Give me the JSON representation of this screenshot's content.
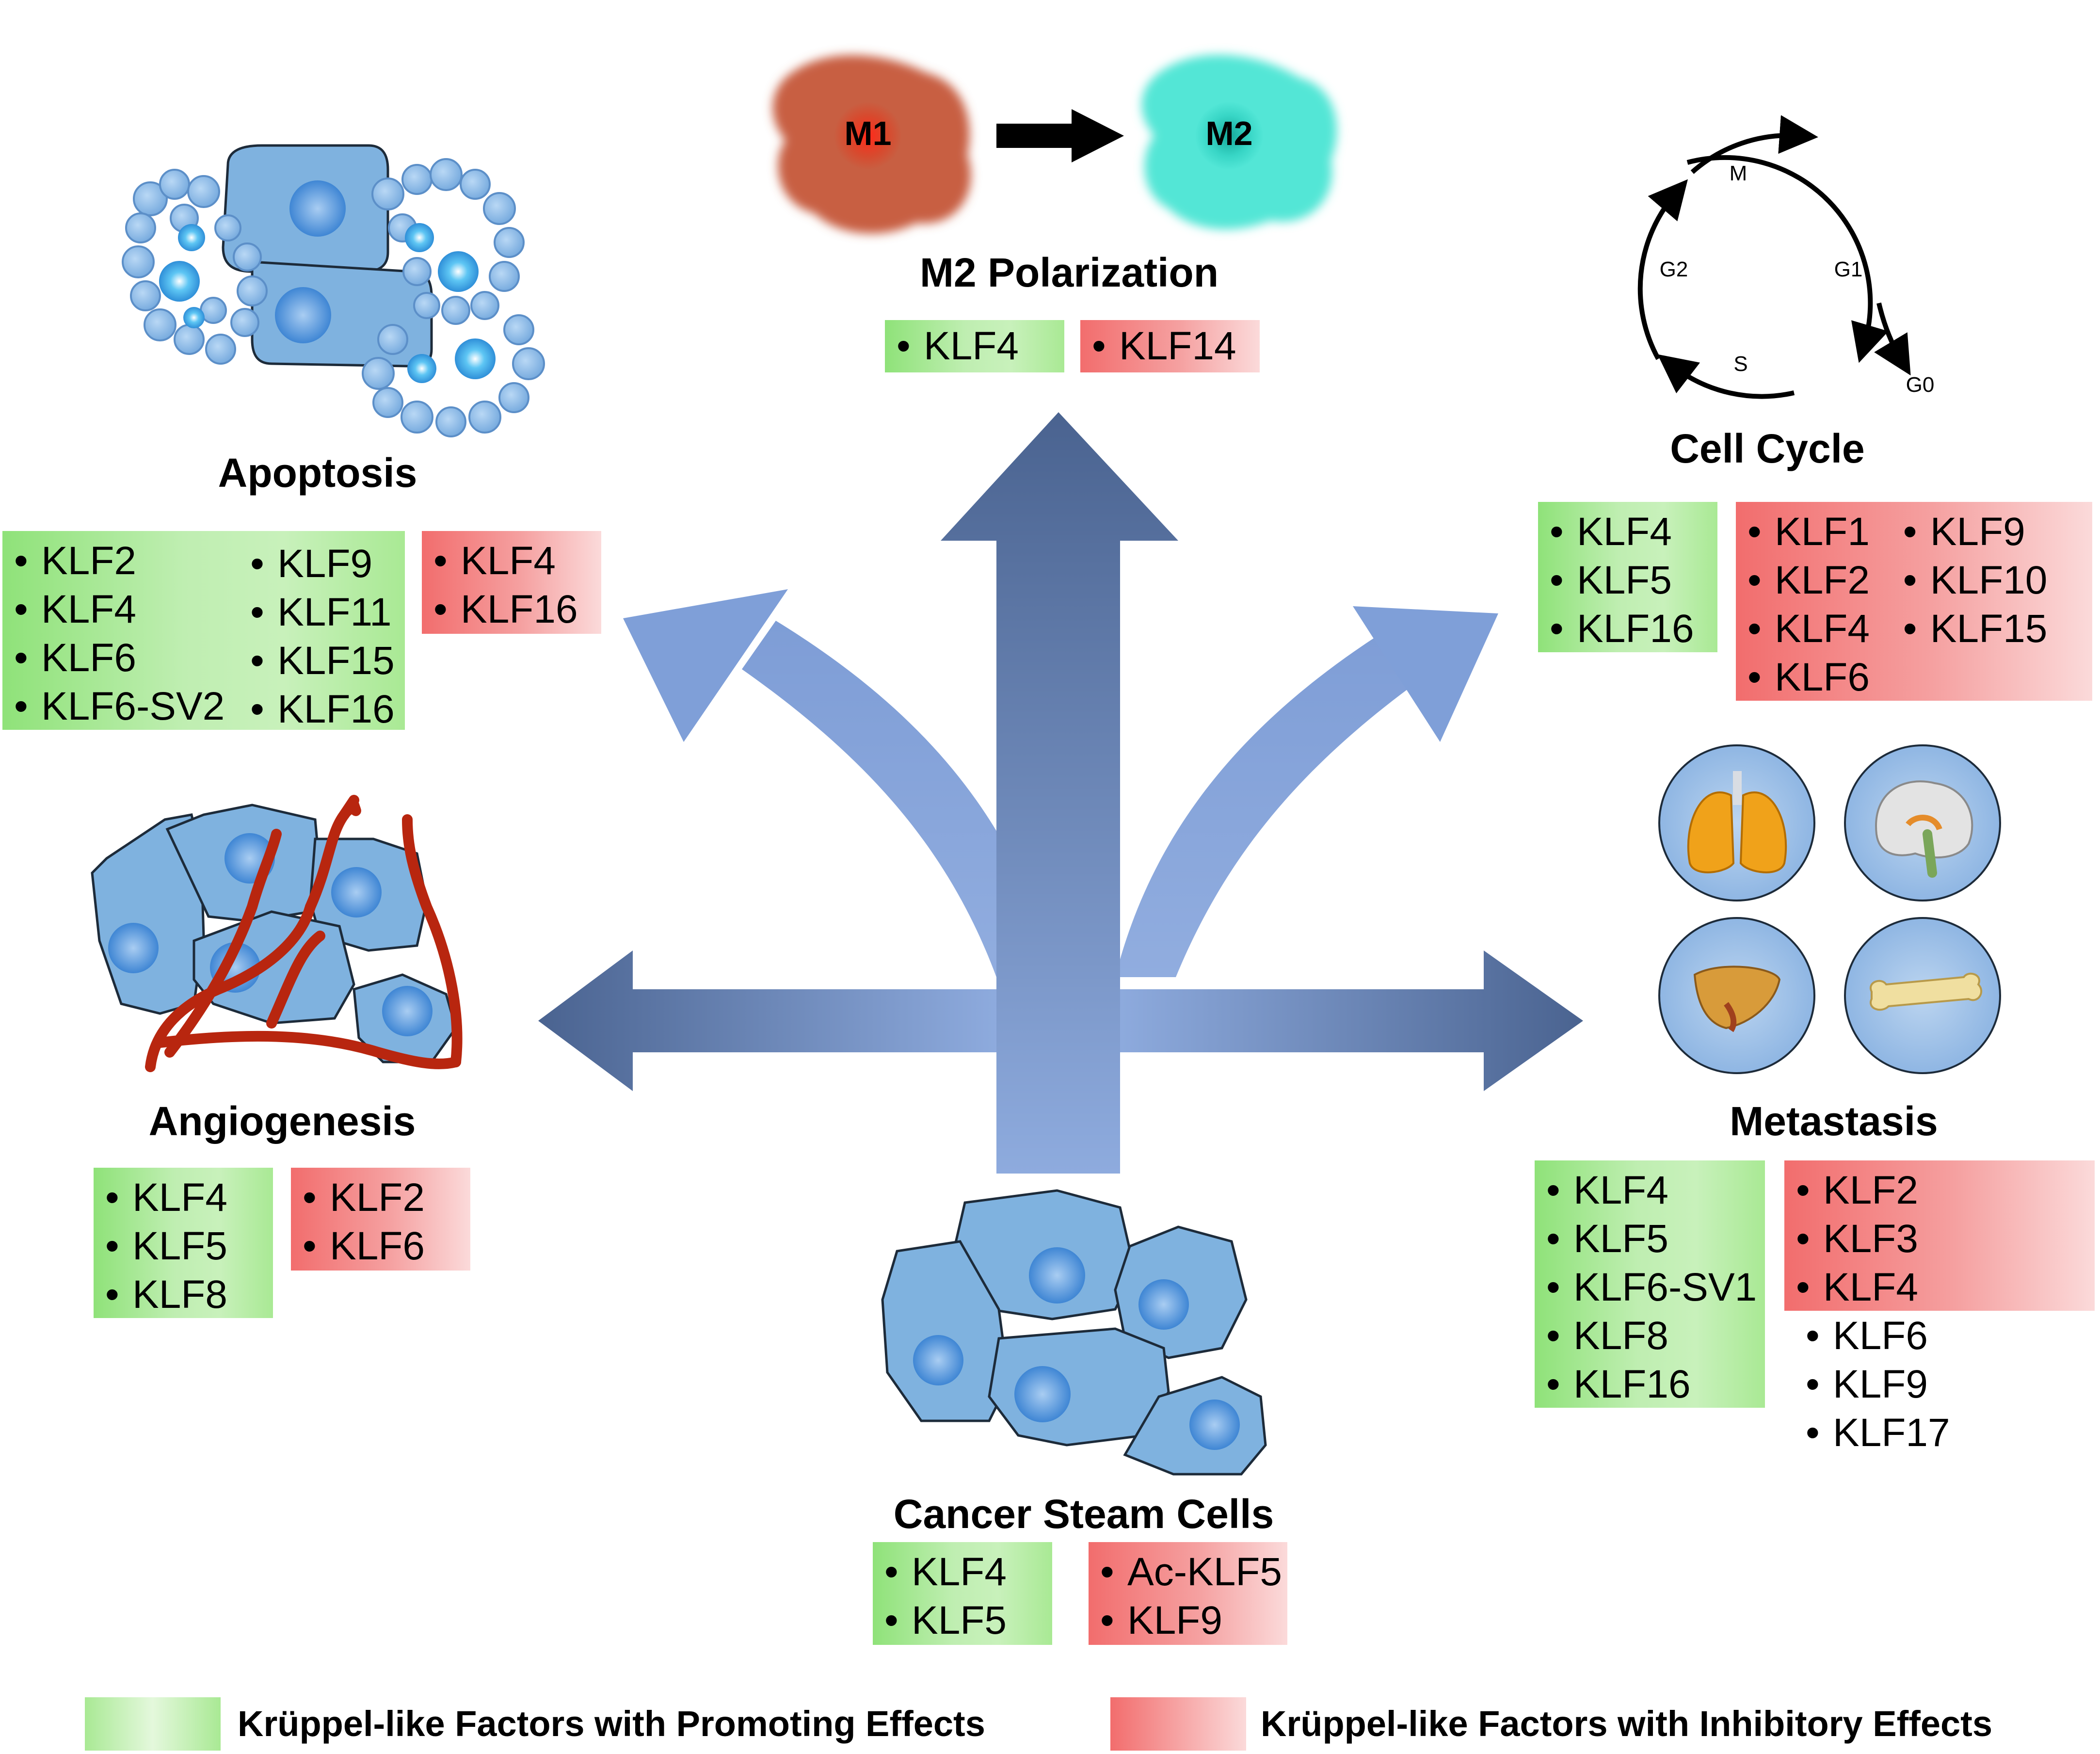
{
  "m2": {
    "title": "M2 Polarization",
    "m1_label": "M1",
    "m2_label": "M2",
    "promoting": [
      "KLF4"
    ],
    "inhibitory": [
      "KLF14"
    ]
  },
  "apoptosis": {
    "title": "Apoptosis",
    "promoting_col1": [
      "KLF2",
      "KLF4",
      "KLF6",
      "KLF6-SV2"
    ],
    "promoting_col2": [
      "KLF9",
      "KLF11",
      "KLF15",
      "KLF16"
    ],
    "inhibitory": [
      "KLF4",
      "KLF16"
    ]
  },
  "cell_cycle": {
    "title": "Cell Cycle",
    "stages": {
      "m": "M",
      "g1": "G1",
      "s": "S",
      "g2": "G2",
      "g0": "G0"
    },
    "promoting": [
      "KLF4",
      "KLF5",
      "KLF16"
    ],
    "inhibitory_col1": [
      "KLF1",
      "KLF2",
      "KLF4",
      "KLF6"
    ],
    "inhibitory_col2": [
      "KLF9",
      "KLF10",
      "KLF15"
    ]
  },
  "angiogenesis": {
    "title": "Angiogenesis",
    "promoting": [
      "KLF4",
      "KLF5",
      "KLF8"
    ],
    "inhibitory": [
      "KLF2",
      "KLF6"
    ]
  },
  "metastasis": {
    "title": "Metastasis",
    "promoting": [
      "KLF4",
      "KLF5",
      "KLF6-SV1",
      "KLF8",
      "KLF16"
    ],
    "inhibitory_col1": [
      "KLF2",
      "KLF3",
      "KLF4"
    ],
    "inhibitory_col2": [
      "KLF6",
      "KLF9",
      "KLF17"
    ]
  },
  "csc": {
    "title": "Cancer Steam Cells",
    "promoting": [
      "KLF4",
      "KLF5"
    ],
    "inhibitory": [
      "Ac-KLF5",
      "KLF9"
    ]
  },
  "legend": {
    "promoting": "Krüppel-like Factors with Promoting Effects",
    "inhibitory": "Krüppel-like Factors with Inhibitory Effects"
  },
  "colors": {
    "promoting": "#a9e994",
    "inhibitory": "#f26d6d",
    "arrow_dark": "#4a6390",
    "arrow_light": "#8eabde",
    "cell_fill": "#7fb2df",
    "vessel": "#b8260f"
  }
}
